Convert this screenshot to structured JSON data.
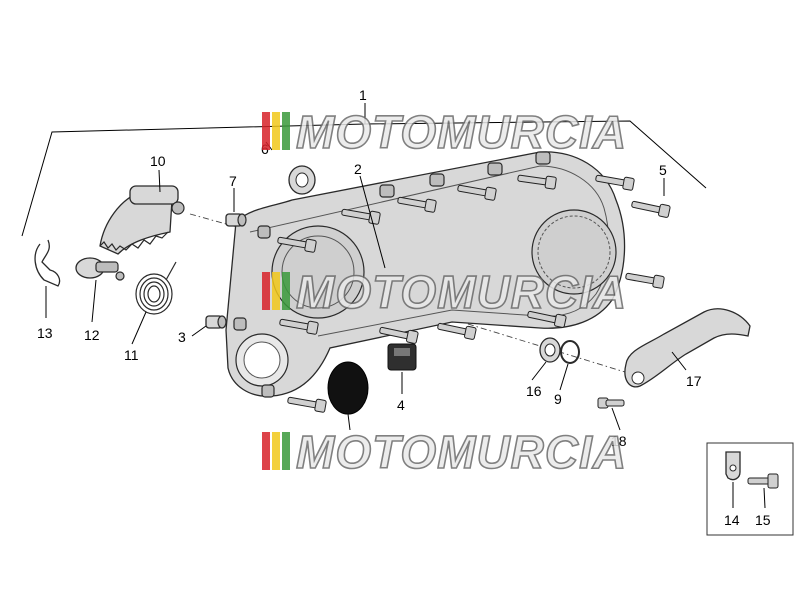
{
  "watermark": {
    "text": "MOTOMURCIA",
    "colors": {
      "red": "#d8232a",
      "yellow": "#f2c81b",
      "green": "#3a9a3c"
    }
  },
  "labels": {
    "p1": "1",
    "p2": "2",
    "p3": "3",
    "p4": "4",
    "p5": "5",
    "p6": "6",
    "p7": "7",
    "p9": "9",
    "p10": "10",
    "p11": "11",
    "p12": "12",
    "p13": "13",
    "p14": "14",
    "p15": "15",
    "p16": "16",
    "p17": "17",
    "p18": "18"
  },
  "colors": {
    "part_fill": "#d8d8d8",
    "line": "#2a2a2a",
    "background": "#ffffff"
  }
}
